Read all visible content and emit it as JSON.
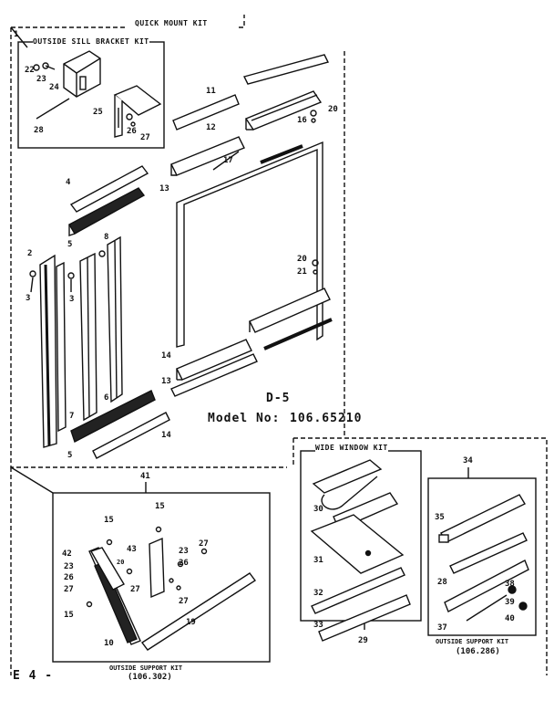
{
  "titles": {
    "quick_mount_kit": "QUICK MOUNT KIT",
    "sill_bracket_kit": "OUTSIDE SILL BRACKET KIT",
    "wide_window_kit": "WIDE WINDOW KIT",
    "page_code": "D-5",
    "model_label": "Model No:",
    "model_number": "106.65210",
    "support_kit_left": "OUTSIDE SUPPORT KIT",
    "support_kit_left_no": "(106.302)",
    "support_kit_right": "OUTSIDE SUPPORT KIT",
    "support_kit_right_no": "(106.286)",
    "page_mark": "E 4 -",
    "corner_mark": "1"
  },
  "callouts": {
    "p22": "22",
    "p23": "23",
    "p24": "24",
    "p25": "25",
    "p26": "26",
    "p27": "27",
    "p28": "28",
    "p11": "11",
    "p12": "12",
    "p16": "16",
    "p20a": "20",
    "p17": "17",
    "p13a": "13",
    "p4": "4",
    "p5a": "5",
    "p2": "2",
    "p3a": "3",
    "p8": "8",
    "p3b": "3",
    "p7": "7",
    "p6": "6",
    "p5b": "5",
    "p20b": "20",
    "p21": "21",
    "p14a": "14",
    "p13b": "13",
    "p14b": "14",
    "p41": "41",
    "p15a": "15",
    "p15b": "15",
    "p42": "42",
    "p23b": "23",
    "p26b": "26",
    "p27b": "27",
    "p20c": "20",
    "p27c": "27",
    "p15c": "15",
    "p10": "10",
    "p43": "43",
    "p23c": "23",
    "p26c": "26",
    "p27d": "27",
    "p27e": "27",
    "p19": "19",
    "p30": "30",
    "p31": "31",
    "p32": "32",
    "p33": "33",
    "p29": "29",
    "p34": "34",
    "p35": "35",
    "p28b": "28",
    "p37": "37",
    "p38": "38",
    "p39": "39",
    "p40": "40"
  },
  "colors": {
    "ink": "#111111",
    "paper": "#ffffff"
  }
}
